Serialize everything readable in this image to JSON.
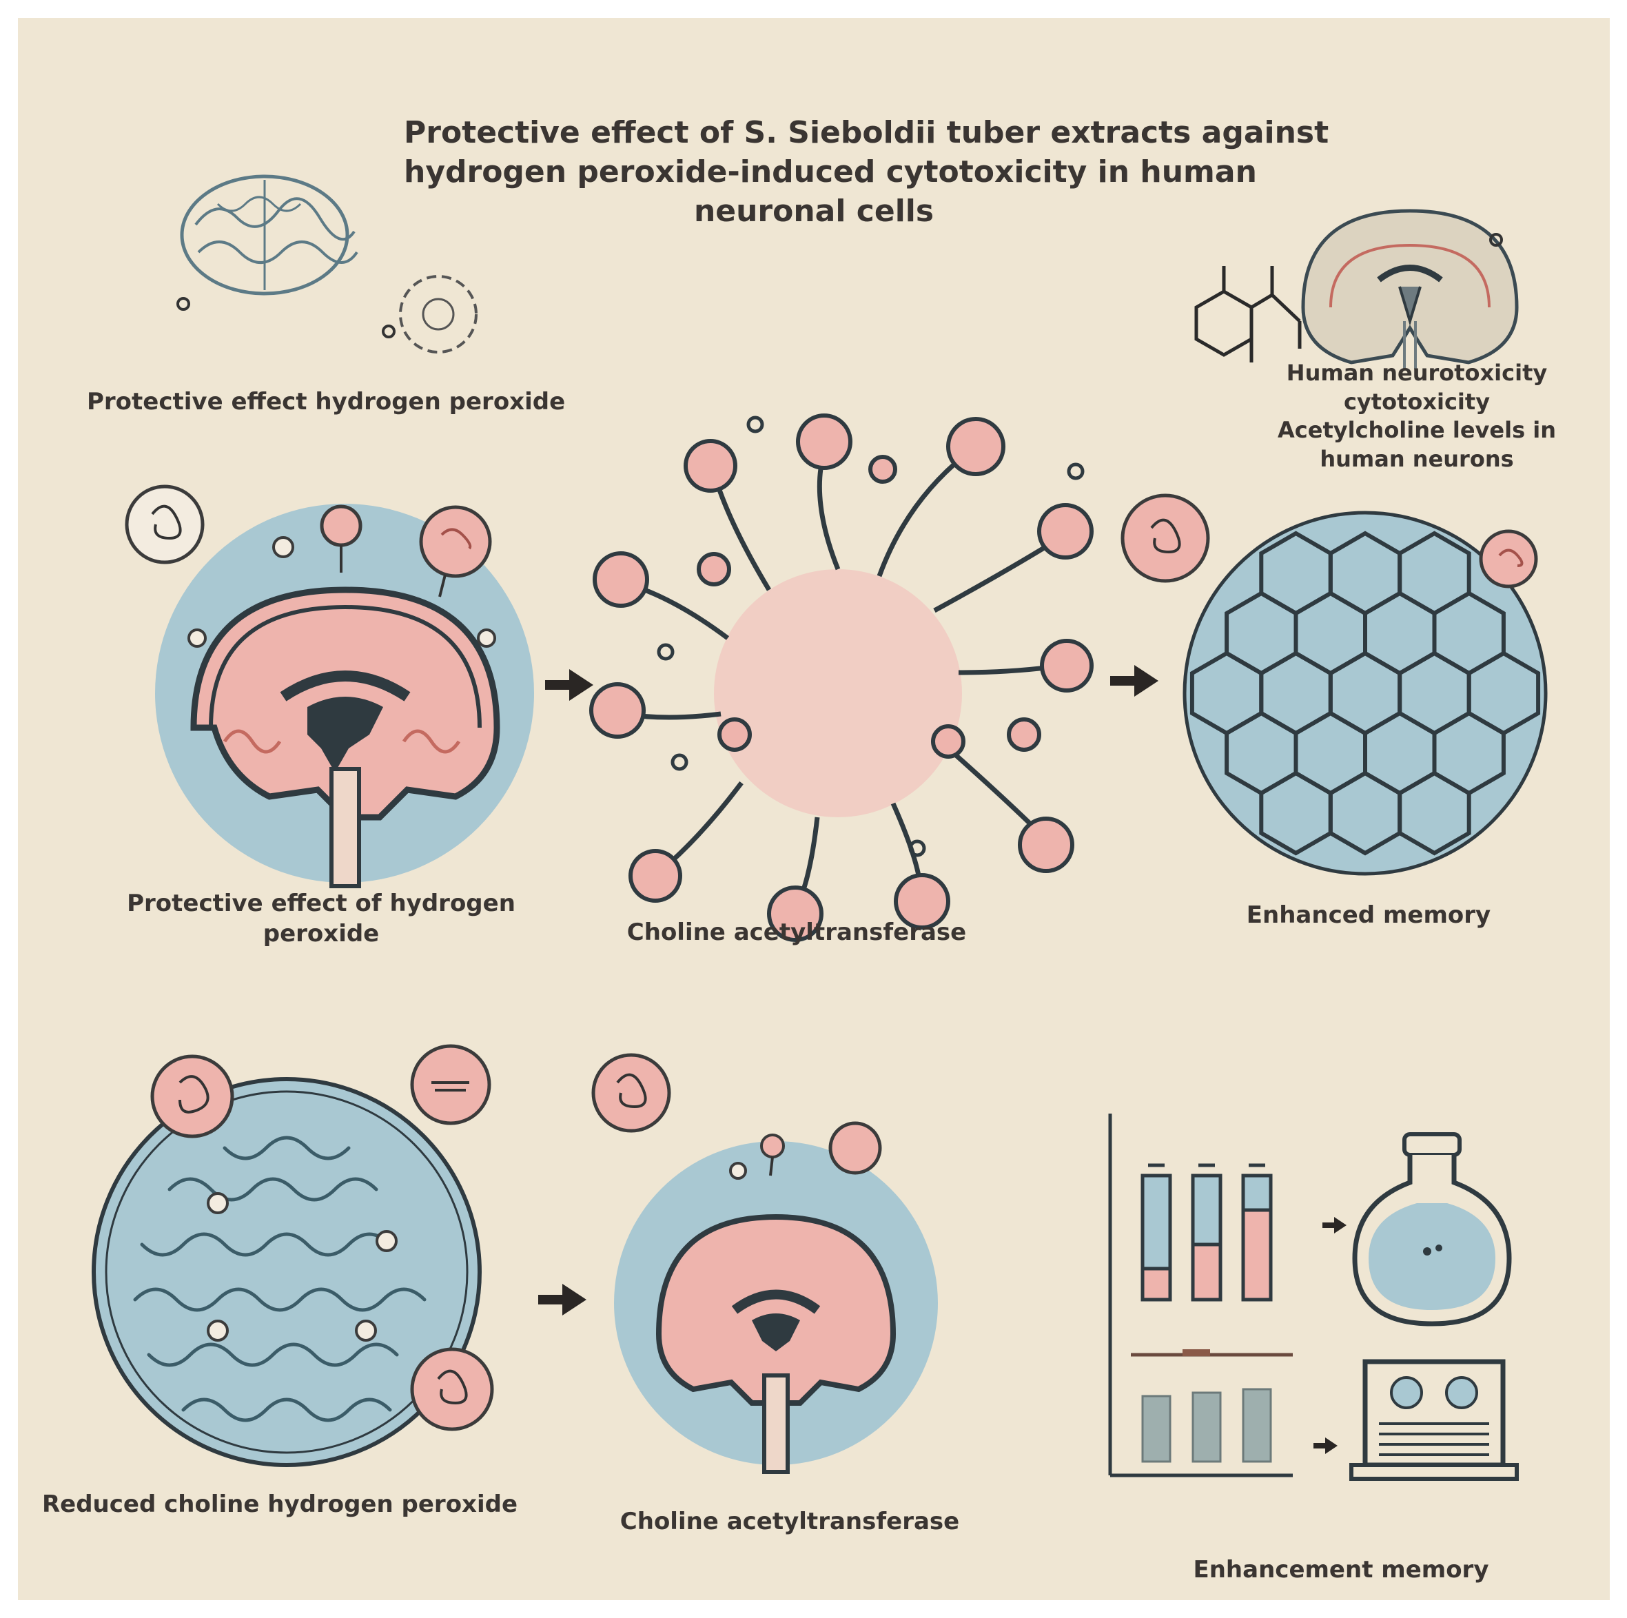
{
  "title": {
    "line1": "Protective effect of S. Sieboldii tuber extracts against",
    "line2": "hydrogen peroxide-induced cytotoxicity in human",
    "line3": "neuronal cells"
  },
  "labels": {
    "top_left": "Protective effect hydrogen peroxide",
    "top_right_1": "Human neurotoxicity",
    "top_right_2": "cytotoxicity",
    "top_right_3": "Acetylcholine levels in",
    "top_right_4": "human neurons",
    "row1_left_1": "Protective effect of hydrogen",
    "row1_left_2": "peroxide",
    "row1_mid": "Choline acetyltransferase",
    "row1_right": "Enhanced memory",
    "row2_left": "Reduced choline hydrogen peroxide",
    "row2_mid": "Choline acetyltransferase",
    "row2_right": "Enhancement memory"
  },
  "colors": {
    "background": "#efe6d3",
    "panel_blue": "#a9c8d2",
    "tissue_pink": "#eeb4ad",
    "outline": "#2f3a40",
    "arrow": "#2a2624"
  }
}
